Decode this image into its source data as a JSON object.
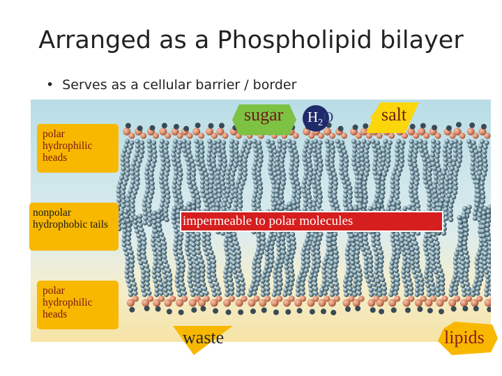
{
  "slide": {
    "title": "Arranged as a Phospholipid bilayer",
    "bullet": "Serves as a cellular barrier / border"
  },
  "labels": {
    "top_heads": "polar hydrophilic heads",
    "tails": "nonpolar hydrophobic tails",
    "bottom_heads": "polar hydrophilic heads",
    "banner": "impermeable to polar molecules"
  },
  "molecules": {
    "sugar": "sugar",
    "water_h": "H",
    "water_sub": "2",
    "water_o": "O",
    "salt": "salt",
    "waste": "waste",
    "lipids": "lipids"
  },
  "colors": {
    "label_box": "#f8b800",
    "banner": "#d61e1e",
    "sugar_shape": "#7dc242",
    "water_circle": "#1e2a6a",
    "salt_shape": "#fbd60a",
    "waste_shape": "#f8b800",
    "lipids_shape": "#f8b800",
    "head_color": "#d9876a",
    "tail_color": "#2a4250"
  }
}
